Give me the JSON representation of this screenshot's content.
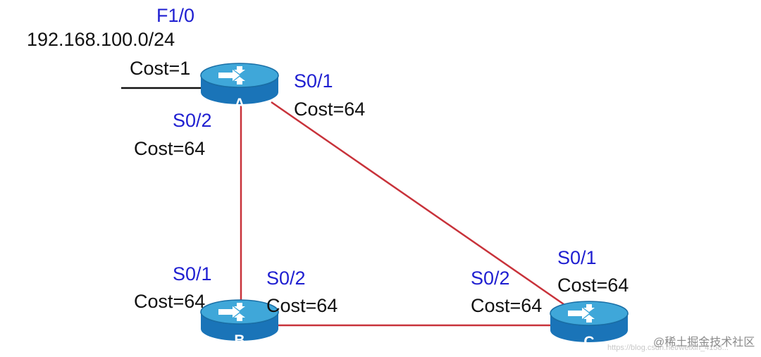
{
  "colors": {
    "link": "#c8323a",
    "lan": "#111111",
    "interface_label": "#1f1fd1",
    "cost_label": "#111111",
    "router_top": "#3fa7d9",
    "router_side": "#1a74b8"
  },
  "routers": [
    {
      "id": "A",
      "label": "A",
      "icon": "router-icon"
    },
    {
      "id": "B",
      "label": "B",
      "icon": "router-icon"
    },
    {
      "id": "C",
      "label": "C",
      "icon": "router-icon"
    }
  ],
  "links": [
    {
      "from": "A",
      "to": "B"
    },
    {
      "from": "A",
      "to": "C"
    },
    {
      "from": "B",
      "to": "C"
    }
  ],
  "labels": {
    "a_f10_interface": "F1/0",
    "a_network": "192.168.100.0/24",
    "a_f10_cost": "Cost=1",
    "a_s01_interface": "S0/1",
    "a_s01_cost": "Cost=64",
    "a_s02_interface": "S0/2",
    "a_s02_cost": "Cost=64",
    "b_s01_interface": "S0/1",
    "b_s01_cost": "Cost=64",
    "b_s02_interface": "S0/2",
    "b_s02_cost": "Cost=64",
    "c_s01_interface": "S0/1",
    "c_s01_cost": "Cost=64",
    "c_s02_interface": "S0/2",
    "c_s02_cost": "Cost=64"
  },
  "watermark": {
    "brand": "@稀土掘金技术社区",
    "url": "https://blog.csdn.net/weixin_4158..."
  }
}
